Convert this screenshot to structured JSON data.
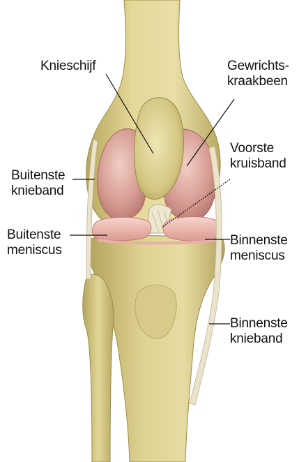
{
  "labels": {
    "knieschijf": [
      "Knieschijf"
    ],
    "gewrichtskraakbeen": [
      "Gewrichts-",
      "kraakbeen"
    ],
    "voorste_kruisband": [
      "Voorste",
      "kruisband"
    ],
    "buitenste_knieband": [
      "Buitenste",
      "knieband"
    ],
    "buitenste_meniscus": [
      "Buitenste",
      "meniscus"
    ],
    "binnenste_meniscus": [
      "Binnenste",
      "meniscus"
    ],
    "binnenste_knieband": [
      "Binnenste",
      "knieband"
    ]
  },
  "colors": {
    "bone": "#d8cc8a",
    "bone_shadow": "#b4a55e",
    "bone_highlight": "#efe7b8",
    "cartilage": "#d49a92",
    "cartilage_dark": "#b86f6a",
    "meniscus": "#f0c4bd",
    "ligament": "#e8dfc7",
    "leader_line": "#111111"
  }
}
